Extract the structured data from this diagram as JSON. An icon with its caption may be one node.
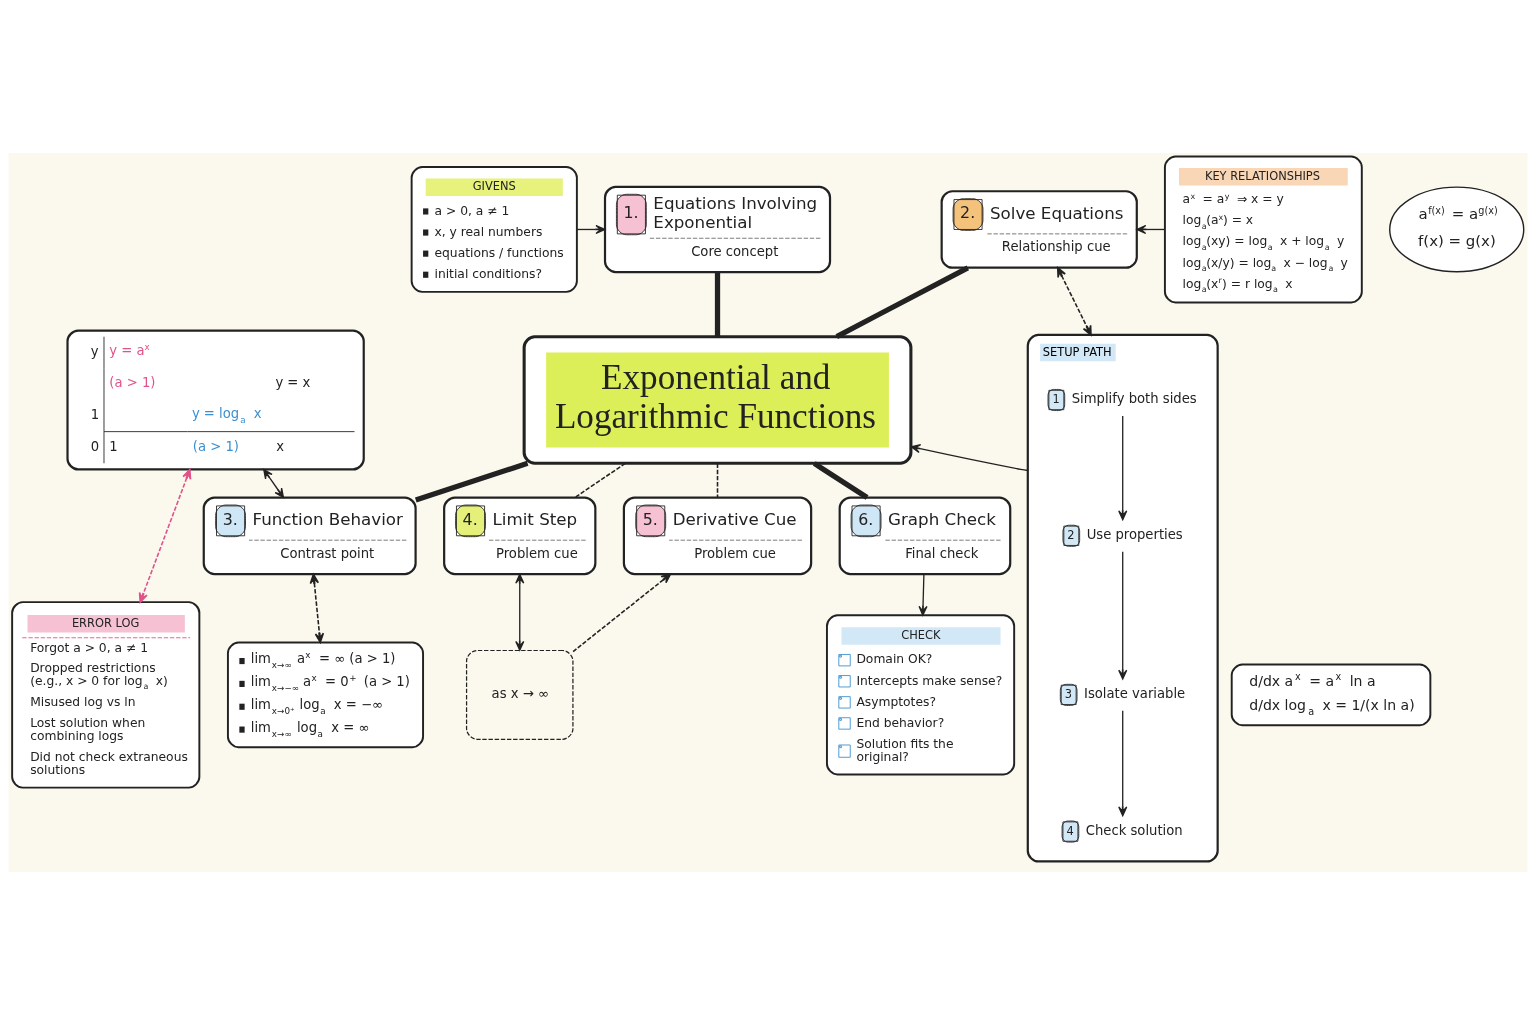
{
  "diagram": {
    "nodes": [
      {
        "text": [
          "GIVENS",
          "a > 0, a ≠ 1",
          "x, y real numbers",
          "equations / functions",
          "initial conditions?"
        ]
      },
      {
        "text": [
          "1.",
          "Equations Involving Exponential",
          "Core concept"
        ]
      },
      {
        "text": [
          "a$^{f(x)}$ = a$^{g(x)}$",
          "f(x) = g(x)"
        ]
      },
      {
        "text": [
          "2.",
          "Solve Equations",
          "Relationship cue"
        ]
      },
      {
        "text": [
          "KEY RELATIONSHIPS",
          "a$^{x}$ = a$^{y}$ ⇒ x = y",
          "log$_{a}$(a$^{x}$) = x",
          "log$_{a}$(xy) = log$_{a}$ x + log$_{a}$ y",
          "log$_{a}$(x/y) = log$_{a}$ x − log$_{a}$ y",
          "log$_{a}$(x$^{r}$) = r log$_{a}$ x"
        ]
      },
      {
        "text": [
          "y",
          "y = a$^{x}$",
          "(a > 1)",
          "y = x",
          "1",
          "y = log$_{a}$ x",
          "0",
          "1",
          "(a > 1)",
          "x"
        ]
      },
      {
        "text": [
          "Exponential and Logarithmic Functions"
        ]
      },
      {
        "text": [
          "SETUP PATH"
        ]
      },
      {
        "text": [
          "1",
          "Simplify both sides"
        ],
        "in": 7
      },
      {
        "text": [
          "2",
          "Use properties"
        ],
        "in": 7
      },
      {
        "text": [
          "3",
          "Isolate variable"
        ],
        "in": 7
      },
      {
        "text": [
          "4",
          "Check solution"
        ],
        "in": 7
      },
      {
        "text": [
          "3.",
          "Function Behavior",
          "Contrast point"
        ]
      },
      {
        "text": [
          "4.",
          "Limit Step",
          "Problem cue"
        ]
      },
      {
        "text": [
          "5.",
          "Derivative Cue",
          "Problem cue"
        ]
      },
      {
        "text": [
          "6.",
          "Graph Check",
          "Final check"
        ]
      },
      {
        "text": [
          "ERROR LOG",
          "Forgot a > 0, a ≠ 1",
          "Dropped restrictions (e.g., x > 0 for log$_{a}$ x)",
          "Misused log vs ln",
          "Lost solution when combining logs",
          "Did not check extraneous solutions"
        ]
      },
      {
        "text": [
          "lim$_{x→∞}$ a$^{x}$ = ∞ (a > 1)",
          "lim$_{x→−∞}$ a$^{x}$ = 0$^{+}$ (a > 1)",
          "lim$_{x→0⁺}$ log$_{a}$ x = −∞",
          "lim$_{x→∞}$ log$_{a}$ x = ∞"
        ]
      },
      {
        "text": [
          "as x → ∞"
        ]
      },
      {
        "text": [
          "d/dx a$^{x}$ = a$^{x}$ ln a",
          "d/dx log$_{a}$ x = 1/(x ln a)"
        ]
      },
      {
        "text": [
          "CHECK",
          "Domain OK?",
          "Intercepts make sense?",
          "Asymptotes?",
          "End behavior?",
          "Solution fits the original?"
        ]
      }
    ],
    "edges": [
      {
        "from": 0,
        "to": 1,
        "arrow": "to"
      },
      {
        "from": 1,
        "to": 6,
        "arrow": "none",
        "style": "thick"
      },
      {
        "from": 4,
        "to": 3,
        "arrow": "to"
      },
      {
        "from": 3,
        "to": 6,
        "arrow": "none",
        "style": "thick"
      },
      {
        "from": 3,
        "to": 7,
        "arrow": "both",
        "style": "dashed"
      },
      {
        "from": 7,
        "to": 6,
        "arrow": "to"
      },
      {
        "from": 8,
        "to": 9,
        "arrow": "to"
      },
      {
        "from": 9,
        "to": 10,
        "arrow": "to"
      },
      {
        "from": 10,
        "to": 11,
        "arrow": "to"
      },
      {
        "from": 5,
        "to": 12,
        "arrow": "both"
      },
      {
        "from": 6,
        "to": 12,
        "arrow": "none",
        "style": "thick"
      },
      {
        "from": 6,
        "to": 13,
        "arrow": "none",
        "style": "dashed"
      },
      {
        "from": 6,
        "to": 14,
        "arrow": "none",
        "style": "dashed"
      },
      {
        "from": 6,
        "to": 15,
        "arrow": "none",
        "style": "thick"
      },
      {
        "from": 5,
        "to": 16,
        "arrow": "both",
        "style": "dashed",
        "color": "#e0528a"
      },
      {
        "from": 12,
        "to": 17,
        "arrow": "both",
        "style": "dashed"
      },
      {
        "from": 13,
        "to": 18,
        "arrow": "both"
      },
      {
        "from": 18,
        "to": 14,
        "arrow": "to",
        "style": "dashed"
      },
      {
        "from": 15,
        "to": 20,
        "arrow": "to"
      }
    ]
  }
}
